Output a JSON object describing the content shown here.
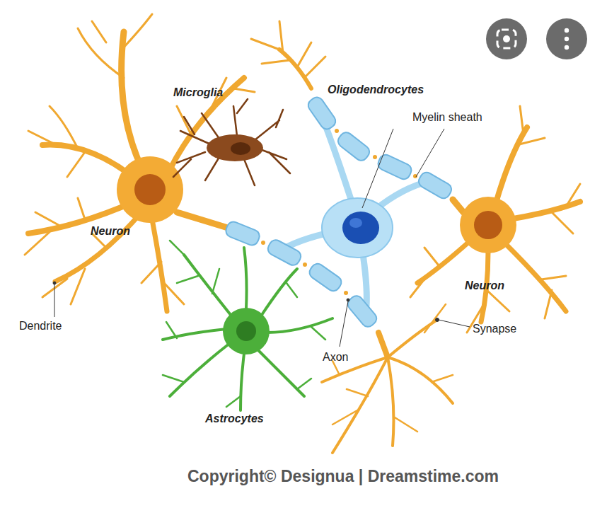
{
  "diagram": {
    "labels": [
      "Microglia",
      "Oligodendrocytes",
      "Myelin sheath",
      "Neuron",
      "Dendrite",
      "Axon",
      "Neuron",
      "Synapse",
      "Astrocytes",
      "Copyright© Designua | Dreamstime.com"
    ]
  }
}
